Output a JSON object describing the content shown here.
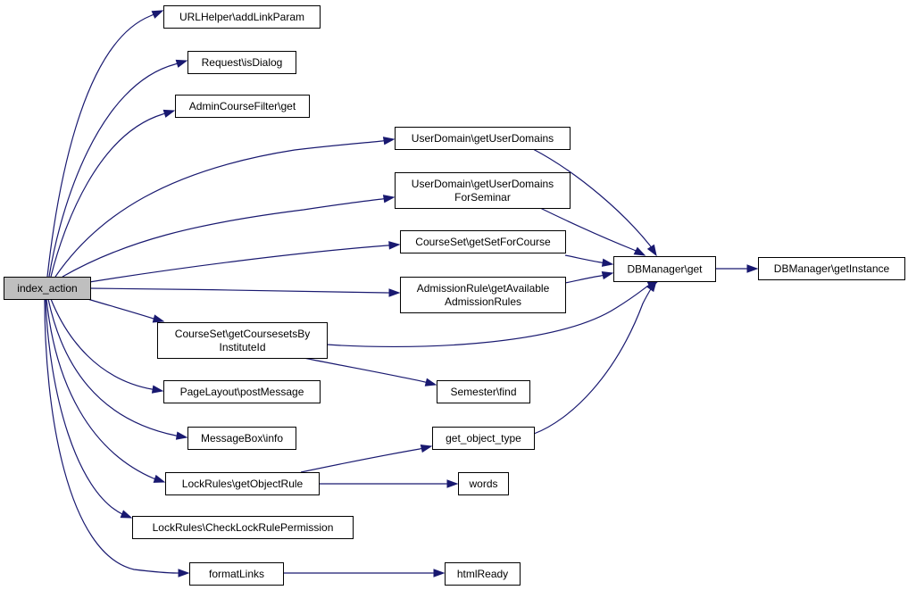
{
  "diagram": {
    "root": "n_index",
    "nodes": [
      {
        "id": "n_index",
        "lines": [
          "index_action"
        ]
      },
      {
        "id": "n_urlhelper",
        "lines": [
          "URLHelper\\addLinkParam"
        ]
      },
      {
        "id": "n_isdialog",
        "lines": [
          "Request\\isDialog"
        ]
      },
      {
        "id": "n_acfget",
        "lines": [
          "AdminCourseFilter\\get"
        ]
      },
      {
        "id": "n_getuserdomains",
        "lines": [
          "UserDomain\\getUserDomains"
        ]
      },
      {
        "id": "n_getuserdomainsfs",
        "lines": [
          "UserDomain\\getUserDomains",
          "ForSeminar"
        ]
      },
      {
        "id": "n_getsetforcourse",
        "lines": [
          "CourseSet\\getSetForCourse"
        ]
      },
      {
        "id": "n_getavailable",
        "lines": [
          "AdmissionRule\\getAvailable",
          "AdmissionRules"
        ]
      },
      {
        "id": "n_getcoursesets",
        "lines": [
          "CourseSet\\getCoursesetsBy",
          "InstituteId"
        ]
      },
      {
        "id": "n_postmessage",
        "lines": [
          "PageLayout\\postMessage"
        ]
      },
      {
        "id": "n_msginfo",
        "lines": [
          "MessageBox\\info"
        ]
      },
      {
        "id": "n_getobjectrule",
        "lines": [
          "LockRules\\getObjectRule"
        ]
      },
      {
        "id": "n_checklock",
        "lines": [
          "LockRules\\CheckLockRulePermission"
        ]
      },
      {
        "id": "n_formatlinks",
        "lines": [
          "formatLinks"
        ]
      },
      {
        "id": "n_dbget",
        "lines": [
          "DBManager\\get"
        ]
      },
      {
        "id": "n_dbinstance",
        "lines": [
          "DBManager\\getInstance"
        ]
      },
      {
        "id": "n_semfind",
        "lines": [
          "Semester\\find"
        ]
      },
      {
        "id": "n_getobjtype",
        "lines": [
          "get_object_type"
        ]
      },
      {
        "id": "n_words",
        "lines": [
          "words"
        ]
      },
      {
        "id": "n_htmlready",
        "lines": [
          "htmlReady"
        ]
      }
    ],
    "edges": [
      {
        "from": "n_index",
        "to": "n_urlhelper"
      },
      {
        "from": "n_index",
        "to": "n_isdialog"
      },
      {
        "from": "n_index",
        "to": "n_acfget"
      },
      {
        "from": "n_index",
        "to": "n_getuserdomains"
      },
      {
        "from": "n_index",
        "to": "n_getuserdomainsfs"
      },
      {
        "from": "n_index",
        "to": "n_getsetforcourse"
      },
      {
        "from": "n_index",
        "to": "n_getavailable"
      },
      {
        "from": "n_index",
        "to": "n_getcoursesets"
      },
      {
        "from": "n_index",
        "to": "n_postmessage"
      },
      {
        "from": "n_index",
        "to": "n_msginfo"
      },
      {
        "from": "n_index",
        "to": "n_getobjectrule"
      },
      {
        "from": "n_index",
        "to": "n_checklock"
      },
      {
        "from": "n_index",
        "to": "n_formatlinks"
      },
      {
        "from": "n_getuserdomains",
        "to": "n_dbget"
      },
      {
        "from": "n_getuserdomainsfs",
        "to": "n_dbget"
      },
      {
        "from": "n_getsetforcourse",
        "to": "n_dbget"
      },
      {
        "from": "n_getavailable",
        "to": "n_dbget"
      },
      {
        "from": "n_getcoursesets",
        "to": "n_dbget"
      },
      {
        "from": "n_getcoursesets",
        "to": "n_semfind"
      },
      {
        "from": "n_getobjtype",
        "to": "n_dbget"
      },
      {
        "from": "n_dbget",
        "to": "n_dbinstance"
      },
      {
        "from": "n_getobjectrule",
        "to": "n_getobjtype"
      },
      {
        "from": "n_getobjectrule",
        "to": "n_words"
      },
      {
        "from": "n_formatlinks",
        "to": "n_htmlready"
      }
    ]
  },
  "colors": {
    "edge": "#191970",
    "root_fill": "#bfbfbf",
    "node_fill": "#ffffff",
    "node_border": "#000000"
  }
}
